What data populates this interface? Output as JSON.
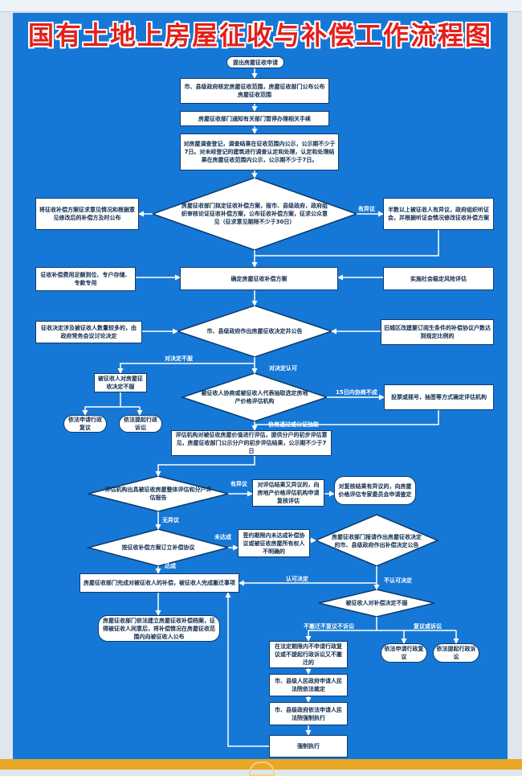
{
  "title": "国有土地上房屋征收与补偿工作流程图",
  "nodes": {
    "n1": "提出房屋征收申请",
    "n2": "市、县级政府核定房屋征收范围，房屋征收部门公布公布房屋征收范围",
    "n3": "房屋征收部门通知有关部门暂停办理相关手续",
    "n4": "对房屋调查登记，调查结果在征收范围内公示，公示期不少于7日。对未经登记的建筑进行调查认定和处理，认定和处理结果在房屋征收范围内公示，公示期不少于7日。",
    "d1": "房屋征收部门拟定征收补偿方案，报市、县级政府，政府组织审核论证征收补偿方案，公布征收补偿方案，征求公众意见（征求意见期限不少于30日）",
    "l1": "将征收补偿方案征求意见情况和根据意见修改后的补偿方及时公布",
    "r1": "半数以上被征收人有异议，政府组织听证会，并根据听证会情况修改征收补偿方案",
    "l2": "征收补偿费用足额到位、专户存储、专款专用",
    "n5": "确定房屋征收补偿方案",
    "r2": "实施社会稳定风险评估",
    "l3": "征收决定涉及被征收人数量较多的，由政府常务会议讨论决定",
    "d2": "市、县级政府作出房屋征收决定并公告",
    "r3": "旧城区改建要订阅生条件的补偿协议户数达到规定比例的",
    "n6": "被征收人对房屋征收决定不服",
    "p1": "依法申请行政复议",
    "p2": "依法提起行政诉讼",
    "d3": "被征收人协商或被征收人代表抽取选定房地产价格评估机构",
    "r4": "投票或摇号，抽签等方式确定评估机构",
    "n7": "评估机构对被征收房屋价值进行评估，提供分户的初步评估意见，房屋征收部门公示分户的初步评估结果，公示期不少于7日",
    "d4": "评估机构出具被征收房屋整体评估和分户评估报告",
    "n8": "对评估结果又异议的，向房地产价格评估机构申请复核评估",
    "n9": "对复核结果有异议的，向房屋价格评估专家委员会申请鉴定",
    "d5": "按征收补偿方案订立补偿协议",
    "n10": "签约期限内未达成补偿协议或被征收房屋所有权人不明确的",
    "d6": "房屋征收部门报请作出房屋征收决定的市、县级政府作出补偿决定公告",
    "n11": "房屋征收部门完成对被征收人的补偿，被征收人完成搬迁事项",
    "d7": "被征收人对补偿决定不服",
    "n12": "房屋征收部门依法建立房屋征收补偿档案，征得被征收人同意后，将补偿情况在房屋征收范围内向被征收人公布",
    "n13": "在法定期限内不申请行政复议或不提起行政诉讼又不搬迁的",
    "p3": "依法申请行政复议",
    "p4": "依法提起行政诉讼",
    "n14": "市、县级人民政府申请人民法院依法裁定",
    "n15": "市、县级政府依法申请人民法院强制执行",
    "n16": "强制执行"
  },
  "labels": {
    "l_bufu": "对决定不服",
    "l_renke": "对决定认可",
    "l_15": "15日内协商不成",
    "l_xieshang": "协商通过或公证抽取",
    "l_yiyi": "有异议",
    "l_wuyiyi": "无异议",
    "l_youyiyi2": "有异议",
    "l_weida": "未达成",
    "l_dacheng": "达成",
    "l_renke2": "认可决定",
    "l_burenke": "不认可决定",
    "l_bufuyi": "不搬迁不复议不诉讼",
    "l_fuyi": "复议或诉讼"
  },
  "colors": {
    "board": "#1678d6",
    "title": "#e3201b",
    "box_border": "#0b3a6e",
    "text": "#0d2a4d",
    "line": "#ffffff"
  }
}
